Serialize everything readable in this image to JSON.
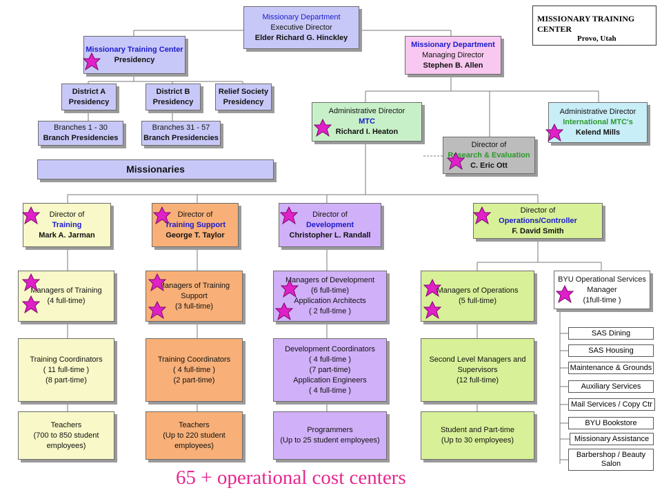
{
  "title_box": {
    "line1": "MISSIONARY TRAINING CENTER",
    "line2": "Provo, Utah"
  },
  "colors": {
    "lavender": "#c8c8f8",
    "pink": "#f8c8f0",
    "light_green": "#c8f0c8",
    "light_blue": "#c8eef8",
    "gray": "#bcbcbc",
    "yellow": "#f8f8c8",
    "orange": "#f8b078",
    "purple": "#d0b0f8",
    "lime": "#d8f098",
    "star": "#e020c8",
    "footer": "#e6288f"
  },
  "boxes": {
    "exec": {
      "l1": "Missionary Department",
      "l2": "Executive Director",
      "l3": "Elder Richard G. Hinckley"
    },
    "mtc_pres": {
      "l1": "Missionary Training Center",
      "l2": "Presidency"
    },
    "managing": {
      "l1": "Missionary Department",
      "l2": "Managing Director",
      "l3": "Stephen B. Allen"
    },
    "district_a": {
      "l1": "District A",
      "l2": "Presidency"
    },
    "district_b": {
      "l1": "District B",
      "l2": "Presidency"
    },
    "relief": {
      "l1": "Relief Society",
      "l2": "Presidency"
    },
    "branches_a": {
      "l1": "Branches 1 - 30",
      "l2": "Branch Presidencies"
    },
    "branches_b": {
      "l1": "Branches 31 - 57",
      "l2": "Branch Presidencies"
    },
    "missionaries": {
      "l1": "Missionaries"
    },
    "admin_mtc": {
      "l1": "Administrative Director",
      "l2": "MTC",
      "l3": "Richard I. Heaton"
    },
    "research": {
      "l1": "Director of",
      "l2": "Research & Evaluation",
      "l3": "C. Eric Ott"
    },
    "admin_intl": {
      "l1": "Administrative Director",
      "l2": "International MTC's",
      "l3": "Kelend Mills"
    },
    "dir_training": {
      "l1": "Director of",
      "l2": "Training",
      "l3": "Mark A. Jarman"
    },
    "dir_support": {
      "l1": "Director of",
      "l2": "Training Support",
      "l3": "George T. Taylor"
    },
    "dir_dev": {
      "l1": "Director of",
      "l2": "Development",
      "l3": "Christopher L. Randall"
    },
    "dir_ops": {
      "l1": "Director of",
      "l2": "Operations/Controller",
      "l3": "F. David Smith"
    },
    "mgr_training": {
      "l1": "Managers of Training",
      "l2": "(4 full-time)"
    },
    "mgr_support": {
      "l1": "Managers of Training",
      "l2": "Support",
      "l3": "(3 full-time)"
    },
    "mgr_dev": {
      "l1": "Managers of Development",
      "l2": "(6 full-time)",
      "l3": "Application Architects",
      "l4": "( 2 full-time )"
    },
    "mgr_ops": {
      "l1": "Managers of Operations",
      "l2": "(5 full-time)"
    },
    "byu_mgr": {
      "l1": "BYU Operational Services",
      "l2": "Manager",
      "l3": "(1full-time )"
    },
    "coord_training": {
      "l1": "Training Coordinators",
      "l2": "( 11 full-time )",
      "l3": "(8 part-time)"
    },
    "coord_support": {
      "l1": "Training Coordinators",
      "l2": "( 4 full-time )",
      "l3": "(2 part-time)"
    },
    "coord_dev": {
      "l1": "Development Coordinators",
      "l2": "( 4 full-time )",
      "l3": "(7 part-time)",
      "l4": "Application Engineers",
      "l5": "( 4 full-time )"
    },
    "second_ops": {
      "l1": "Second Level Managers and",
      "l2": "Supervisors",
      "l3": "(12 full-time)"
    },
    "teachers_training": {
      "l1": "Teachers",
      "l2": "(700 to 850 student",
      "l3": "employees)"
    },
    "teachers_support": {
      "l1": "Teachers",
      "l2": "(Up to 220 student",
      "l3": "employees)"
    },
    "programmers": {
      "l1": "Programmers",
      "l2": "(Up to 25 student employees)"
    },
    "student_ops": {
      "l1": "Student and Part-time",
      "l2": "(Up to 30 employees)"
    }
  },
  "services": [
    "SAS Dining",
    "SAS Housing",
    "Maintenance & Grounds",
    "Auxiliary Services",
    "Mail Services / Copy Ctr",
    "BYU Bookstore",
    "Missionary Assistance",
    "Barbershop / Beauty",
    "Salon"
  ],
  "footer": "65 +  operational cost centers"
}
